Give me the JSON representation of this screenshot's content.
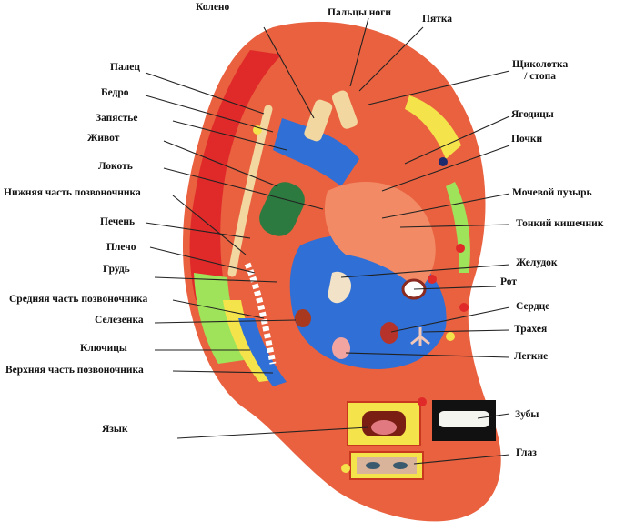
{
  "labels": {
    "knee": "Колено",
    "toes": "Пальцы ноги",
    "heel": "Пятка",
    "ankle_foot": "Щиколотка\n/ стопа",
    "finger": "Палец",
    "thigh": "Бедро",
    "wrist": "Запястье",
    "buttocks": "Ягодицы",
    "belly": "Живот",
    "kidneys": "Почки",
    "elbow": "Локоть",
    "lower_spine": "Нижняя часть позвоночника",
    "bladder": "Мочевой пузырь",
    "small_intestine": "Тонкий кишечник",
    "liver": "Печень",
    "shoulder": "Плечо",
    "stomach": "Желудок",
    "chest": "Грудь",
    "mouth": "Рот",
    "middle_spine": "Средняя часть позвоночника",
    "heart": "Сердце",
    "spleen": "Селезенка",
    "trachea": "Трахея",
    "collarbones": "Ключицы",
    "lungs": "Легкие",
    "upper_spine": "Верхняя часть позвоночника",
    "tongue": "Язык",
    "teeth": "Зубы",
    "eye": "Глаз"
  },
  "colors": {
    "skin": "#e9613f",
    "skin_light": "#f28a66",
    "skin_dark": "#c7381f",
    "red_zone": "#e02a2a",
    "blue_zone": "#2f6fd6",
    "yellow_zone": "#f4e34a",
    "green_zone": "#9fe35a",
    "line": "#222222"
  }
}
